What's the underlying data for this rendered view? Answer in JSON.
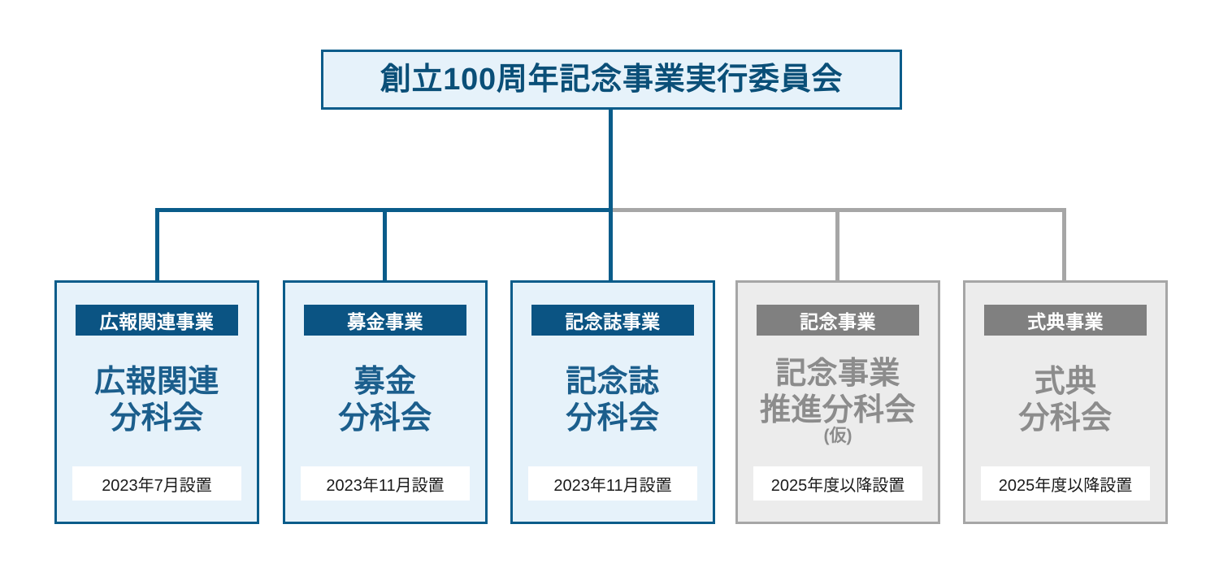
{
  "chart": {
    "type": "org-chart",
    "root": {
      "label": "創立100周年記念事業実行委員会",
      "theme": "blue"
    },
    "children": [
      {
        "badge": "広報関連事業",
        "title_line1": "広報関連",
        "title_line2": "分科会",
        "note": "",
        "footer": "2023年7月設置",
        "theme": "blue"
      },
      {
        "badge": "募金事業",
        "title_line1": "募金",
        "title_line2": "分科会",
        "note": "",
        "footer": "2023年11月設置",
        "theme": "blue"
      },
      {
        "badge": "記念誌事業",
        "title_line1": "記念誌",
        "title_line2": "分科会",
        "note": "",
        "footer": "2023年11月設置",
        "theme": "blue"
      },
      {
        "badge": "記念事業",
        "title_line1": "記念事業",
        "title_line2": "推進分科会",
        "note": "(仮)",
        "footer": "2025年度以降設置",
        "theme": "gray"
      },
      {
        "badge": "式典事業",
        "title_line1": "式典",
        "title_line2": "分科会",
        "note": "",
        "footer": "2025年度以降設置",
        "theme": "gray"
      }
    ]
  },
  "colors": {
    "blue_border": "#0a5c8a",
    "blue_fill": "#e6f2fa",
    "blue_badge": "#0b5483",
    "blue_text": "#1b5e8c",
    "root_text": "#0a4f78",
    "gray_border": "#a6a6a6",
    "gray_fill": "#ececec",
    "gray_badge": "#808080",
    "gray_text": "#8c8c8c",
    "footer_bg": "#ffffff",
    "footer_text": "#1a1a1a",
    "page_bg": "#ffffff"
  }
}
